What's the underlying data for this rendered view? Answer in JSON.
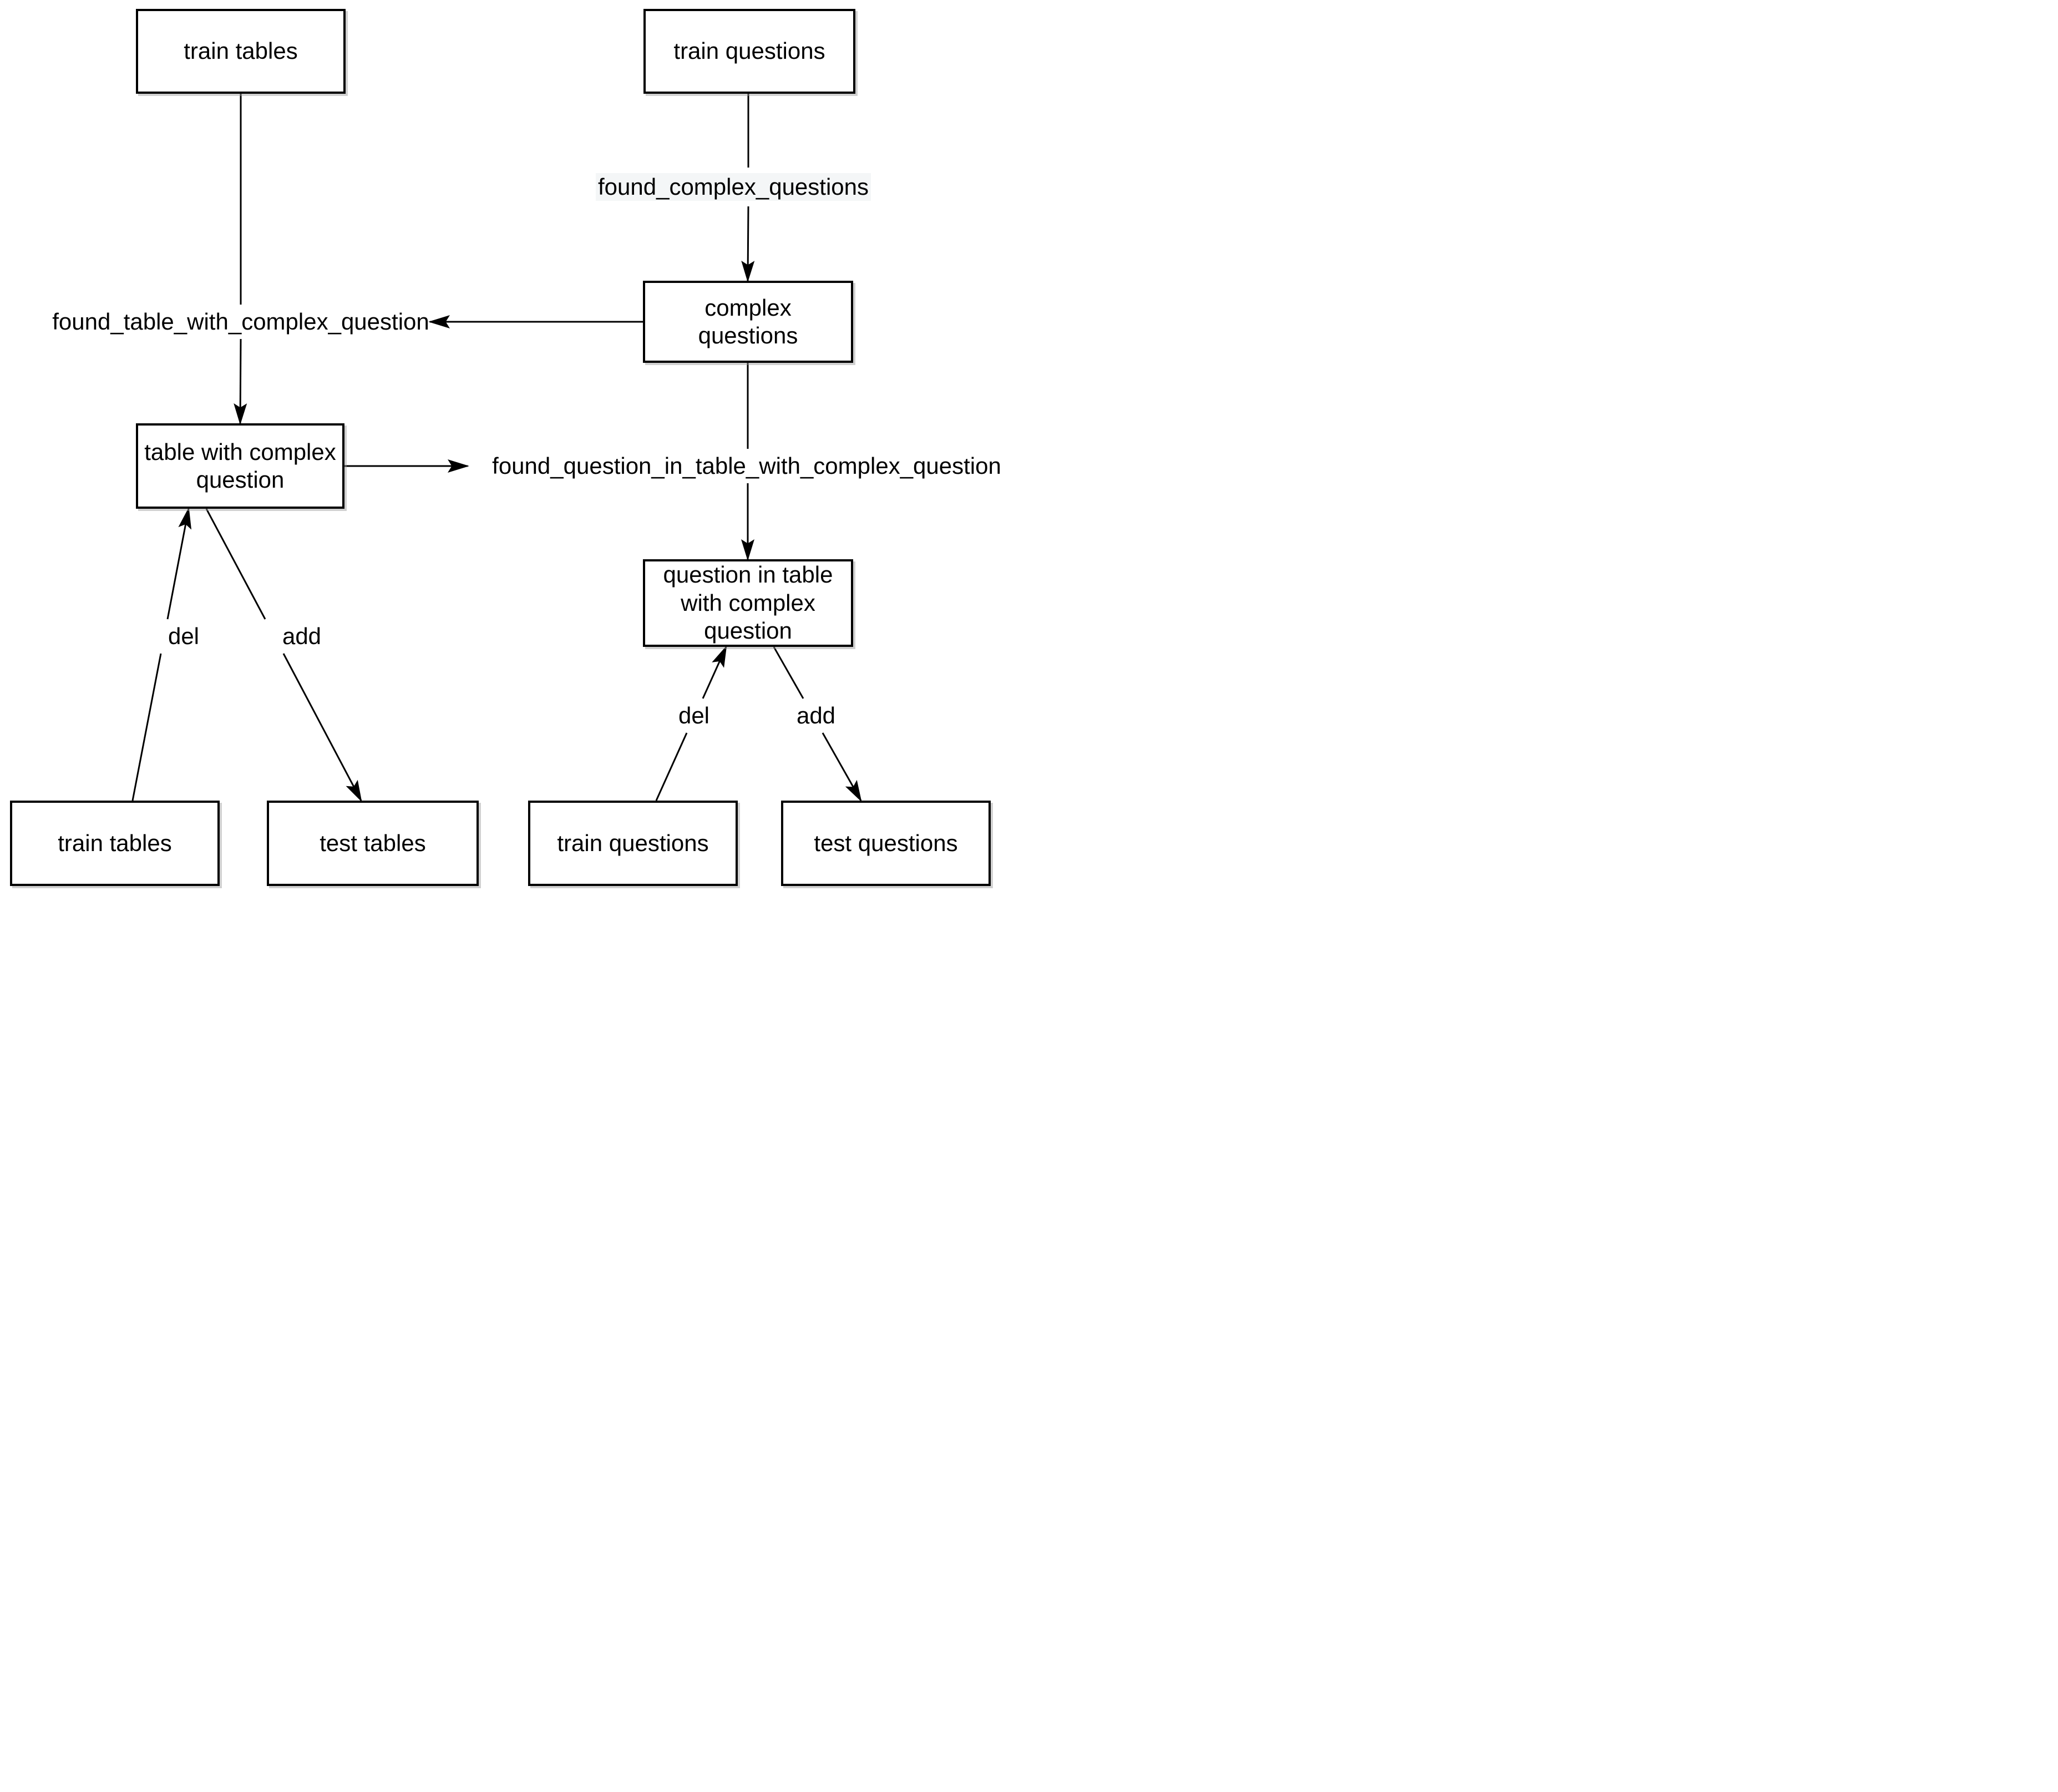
{
  "diagram": {
    "background": "#ffffff",
    "stroke_color": "#000000",
    "text_color": "#000000",
    "edge_label_background": "#f4f6f7",
    "nodes": [
      {
        "id": "train-tables-top",
        "label": "train tables"
      },
      {
        "id": "train-questions-top",
        "label": "train questions"
      },
      {
        "id": "complex-questions",
        "label": "complex questions"
      },
      {
        "id": "table-with-complex-question",
        "label": "table with complex question"
      },
      {
        "id": "question-in-table-with-complex-question",
        "label": "question in table with complex question"
      },
      {
        "id": "train-tables-bottom",
        "label": "train tables"
      },
      {
        "id": "test-tables",
        "label": "test tables"
      },
      {
        "id": "train-questions-bottom",
        "label": "train questions"
      },
      {
        "id": "test-questions",
        "label": "test questions"
      }
    ],
    "edge_labels": [
      {
        "id": "found-complex-questions",
        "text": "found_complex_questions"
      },
      {
        "id": "found-table-with-complex-question",
        "text": "found_table_with_complex_question"
      },
      {
        "id": "found-question-in-table-with-complex-question",
        "text": "found_question_in_table_with_complex_question"
      },
      {
        "id": "del-left",
        "text": "del"
      },
      {
        "id": "add-left",
        "text": "add"
      },
      {
        "id": "del-right",
        "text": "del"
      },
      {
        "id": "add-right",
        "text": "add"
      }
    ]
  }
}
